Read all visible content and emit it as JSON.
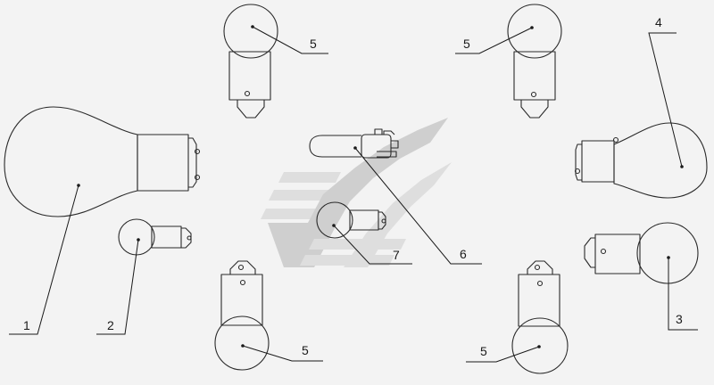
{
  "logo": {
    "color_light": "#dedede",
    "color_dark": "#cfcfcf"
  },
  "callouts": [
    {
      "id": "c1",
      "label": "1"
    },
    {
      "id": "c2",
      "label": "2"
    },
    {
      "id": "c3",
      "label": "3"
    },
    {
      "id": "c4",
      "label": "4"
    },
    {
      "id": "c5a",
      "label": "5"
    },
    {
      "id": "c5b",
      "label": "5"
    },
    {
      "id": "c5c",
      "label": "5"
    },
    {
      "id": "c5d",
      "label": "5"
    },
    {
      "id": "c6",
      "label": "6"
    },
    {
      "id": "c7",
      "label": "7"
    }
  ]
}
